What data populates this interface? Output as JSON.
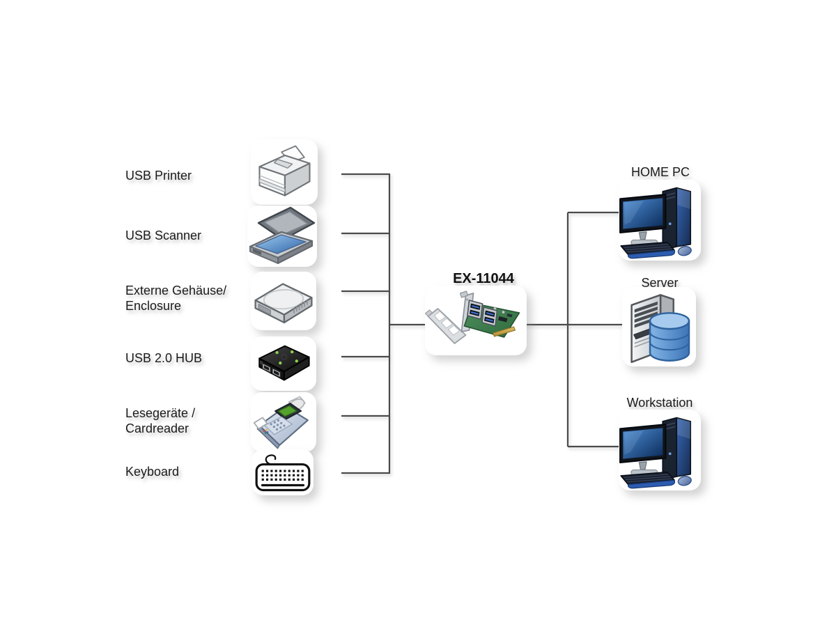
{
  "title": {
    "text": "EX-11044"
  },
  "card": {
    "icon": "pcie-usb-card-icon"
  },
  "devices": [
    {
      "id": "usb-printer",
      "label": "USB Printer",
      "icon": "printer-icon"
    },
    {
      "id": "usb-scanner",
      "label": "USB Scanner",
      "icon": "scanner-icon"
    },
    {
      "id": "external-enclosure",
      "label": "Externe Gehäuse/\nEnclosure",
      "icon": "hdd-enclosure-icon"
    },
    {
      "id": "usb-hub",
      "label": "USB 2.0 HUB",
      "icon": "usb-hub-icon"
    },
    {
      "id": "cardreader",
      "label": "Lesegeräte /\nCardreader",
      "icon": "cardreader-icon"
    },
    {
      "id": "keyboard",
      "label": "Keyboard",
      "icon": "keyboard-icon"
    }
  ],
  "hosts": [
    {
      "id": "home-pc",
      "label": "HOME PC",
      "icon": "desktop-pc-icon"
    },
    {
      "id": "server",
      "label": "Server",
      "icon": "server-icon"
    },
    {
      "id": "workstation",
      "label": "Workstation",
      "icon": "desktop-pc-icon"
    }
  ],
  "colors": {
    "connector": "#4a4a4a",
    "label_text": "#1b1b1b",
    "pcb_green": "#3f7d4e",
    "host_blue": "#2d5cb0",
    "db_blue": "#4a80c4",
    "led_green": "#8ad14f",
    "gold_edge": "#c9a54a"
  }
}
